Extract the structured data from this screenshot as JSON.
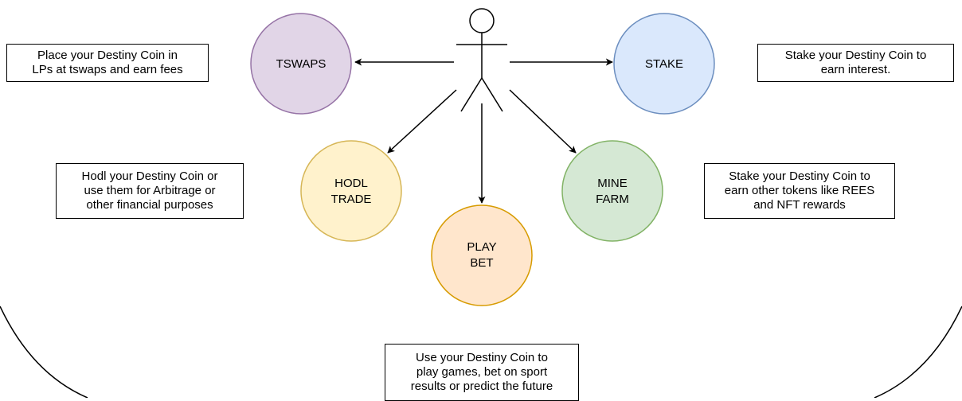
{
  "nodes": {
    "tswaps": {
      "line1": "TSWAPS",
      "fill": "#e1d5e7",
      "stroke": "#9673a6"
    },
    "stake": {
      "line1": "STAKE",
      "fill": "#dae8fc",
      "stroke": "#6c8ebf"
    },
    "hodl_trade": {
      "line1": "HODL",
      "line2": "TRADE",
      "fill": "#fff2cc",
      "stroke": "#d6b656"
    },
    "play_bet": {
      "line1": "PLAY",
      "line2": "BET",
      "fill": "#ffe6cc",
      "stroke": "#d79b00"
    },
    "mine_farm": {
      "line1": "MINE",
      "line2": "FARM",
      "fill": "#d5e8d4",
      "stroke": "#82b366"
    }
  },
  "notes": {
    "tswaps": {
      "line1": "Place your Destiny Coin in",
      "line2": "LPs at tswaps and earn fees"
    },
    "stake": {
      "line1": "Stake your Destiny Coin to",
      "line2": "earn interest."
    },
    "hodl_trade": {
      "line1": "Hodl your Destiny Coin or",
      "line2": "use them for Arbitrage or",
      "line3": "other financial purposes"
    },
    "mine_farm": {
      "line1": "Stake your Destiny Coin to",
      "line2": "earn other tokens like REES",
      "line3": "and NFT rewards"
    },
    "play_bet": {
      "line1": "Use your Destiny Coin to",
      "line2": "play games, bet on sport",
      "line3": "results or predict the future"
    }
  }
}
